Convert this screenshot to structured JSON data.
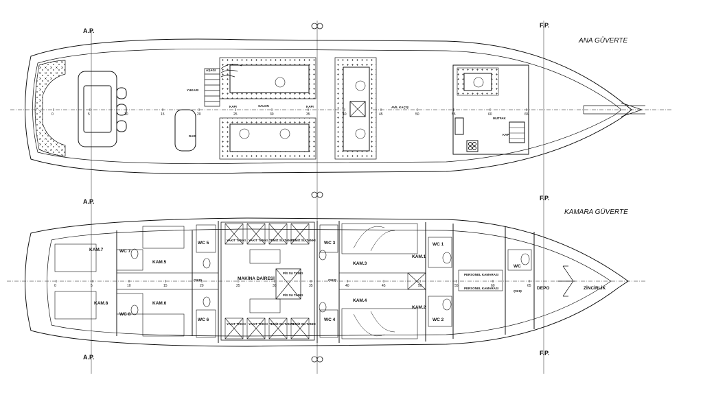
{
  "colors": {
    "line": "#1a1a1a",
    "background": "#ffffff",
    "grid": "#555555"
  },
  "titles": {
    "main_deck": "ANA GÜVERTE",
    "cabin_deck": "KAMARA GÜVERTE"
  },
  "refs": {
    "aft": "A.P.",
    "fore": "F.P."
  },
  "main_deck": {
    "labels": {
      "asagi": "AŞAĞI",
      "yukari": "YUKARI",
      "dar": "DAR",
      "salon": "SALON",
      "mutfak": "MUTFAK",
      "kitchen_box": "AVİL KAÇIŞ",
      "door_1": "KAPI",
      "door_2": "KAPI",
      "door_3": "KAPI"
    },
    "ticks": [
      "0",
      "5",
      "10",
      "15",
      "20",
      "25",
      "30",
      "35",
      "40",
      "45",
      "50",
      "55",
      "60",
      "65"
    ]
  },
  "cabin_deck": {
    "labels": {
      "kam1": "KAM.1",
      "kam2": "KAM.2",
      "kam3": "KAM.3",
      "kam4": "KAM.4",
      "kam5": "KAM.5",
      "kam6": "KAM.6",
      "kam7": "KAM.7",
      "kam8": "KAM.8",
      "wc1": "WC 1",
      "wc2": "WC 2",
      "wc3": "WC 3",
      "wc4": "WC 4",
      "wc5": "WC 5",
      "wc6": "WC 6",
      "wc7": "WC 7",
      "wc8": "WC 8",
      "wc_crew": "WC",
      "makina": "MAKİNA DAİRESİ",
      "personel_1": "PERSONEL KAMARASI",
      "personel_2": "PERSONEL KAMARASI",
      "depo": "DEPO",
      "zincirlik": "ZİNCİRLİK",
      "cikis_1": "ÇIKIŞ",
      "cikis_2": "ÇIKIŞ",
      "cikis_3": "ÇIKIŞ",
      "tank_yakit_1": "YAKIT TANKI",
      "tank_yakit_2": "YAKIT TANKI",
      "tank_temiz_1": "TEMİZ SU TANKI",
      "tank_temiz_2": "TEMİZ SU TANKI",
      "tank_yakit_3": "YAKIT TANKI",
      "tank_yakit_4": "YAKIT TANKI",
      "tank_temiz_3": "TEMİZ SU TANKI",
      "tank_temiz_4": "TEMİZ SU TANKI",
      "pis_su_1": "PİS SU TANKI",
      "pis_su_2": "PİS SU TANKI"
    },
    "ticks": [
      "0",
      "5",
      "10",
      "15",
      "20",
      "25",
      "30",
      "35",
      "40",
      "45",
      "50",
      "55",
      "60",
      "65"
    ]
  }
}
